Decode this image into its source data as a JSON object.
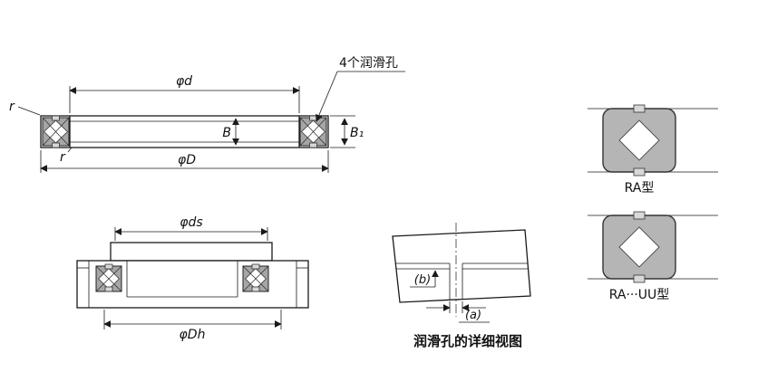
{
  "colors": {
    "line": "#1a1a1a",
    "symbol_fill": "#b5b5b5",
    "roller_fill": "#a6a6a6",
    "notch_fill": "#d8d8d8",
    "background": "#ffffff"
  },
  "top_view": {
    "lube_label": "4个润滑孔",
    "dim_d": "φd",
    "dim_D": "φD",
    "dim_B": "B",
    "dim_B1": "B₁",
    "r_top": "r",
    "r_bottom": "r"
  },
  "mount_view": {
    "dim_ds": "φds",
    "dim_Dh": "φDh"
  },
  "detail_view": {
    "dim_a": "(a)",
    "dim_b": "(b)",
    "caption": "润滑孔的详细视图"
  },
  "types": {
    "ra_label": "RA型",
    "rauu_label": "RA···UU型"
  }
}
